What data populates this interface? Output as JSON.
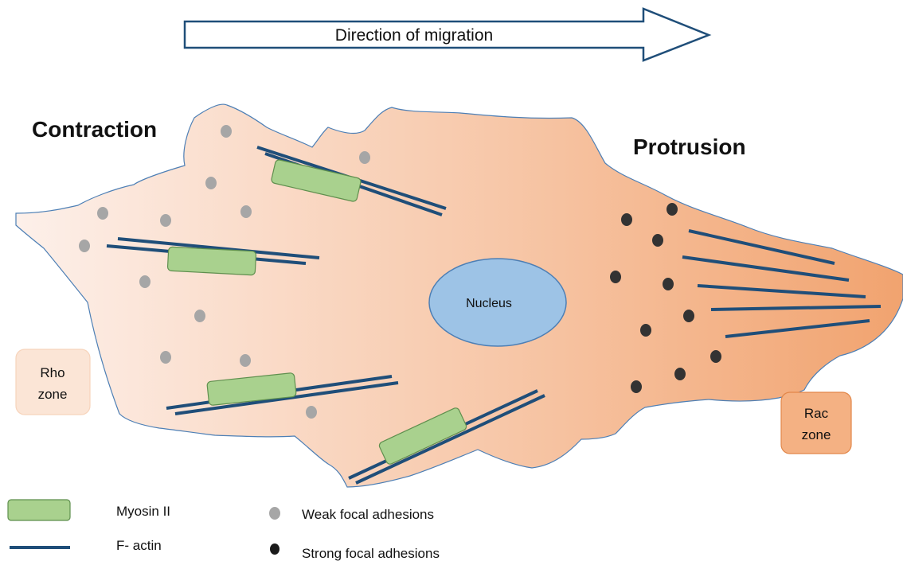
{
  "arrow_label": "Direction of migration",
  "headings": {
    "left": "Contraction",
    "right": "Protrusion"
  },
  "nucleus_label": "Nucleus",
  "zones": {
    "rho": {
      "line1": "Rho",
      "line2": "zone"
    },
    "rac": {
      "line1": "Rac",
      "line2": "zone"
    }
  },
  "legend": {
    "myosin": "Myosin II",
    "factin": "F- actin",
    "weak": "Weak focal adhesions",
    "strong": "Strong focal adhesions"
  },
  "colors": {
    "actin": "#1f4e79",
    "myosin_fill": "#a9d18e",
    "myosin_stroke": "#5f8f4e",
    "weak_adhesion": "#a6a6a6",
    "strong_adhesion": "#333333",
    "nucleus": "#9dc3e6",
    "cell_left": "#fdebe3",
    "cell_right": "#f4b183",
    "rho_zone": "#fbe5d6",
    "rac_zone": "#f4b183"
  }
}
